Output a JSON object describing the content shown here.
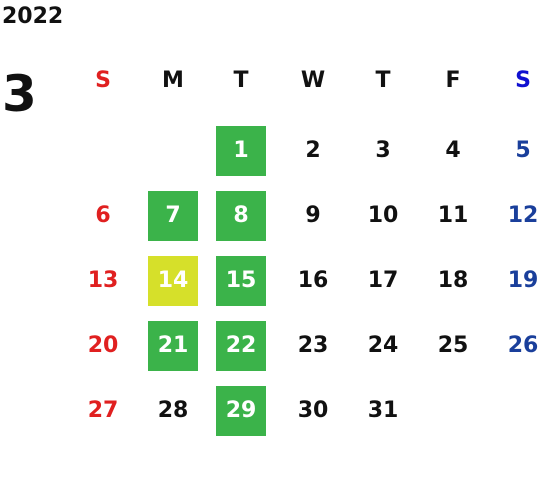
{
  "calendar": {
    "year": "2022",
    "month": "3",
    "colors": {
      "sunday": "#e02020",
      "saturday": "#1a3f9b",
      "sunday_header": "#e02020",
      "saturday_header": "#1010d0",
      "weekday": "#111111",
      "green": "#3bb34a",
      "lime": "#d6e02a",
      "highlight_text": "#ffffff"
    },
    "weekdays": [
      "S",
      "M",
      "T",
      "W",
      "T",
      "F",
      "S"
    ],
    "first_weekday": 2,
    "days_in_month": 31,
    "highlights": {
      "green": [
        1,
        7,
        8,
        15,
        21,
        22,
        29
      ],
      "lime": [
        14
      ]
    }
  }
}
